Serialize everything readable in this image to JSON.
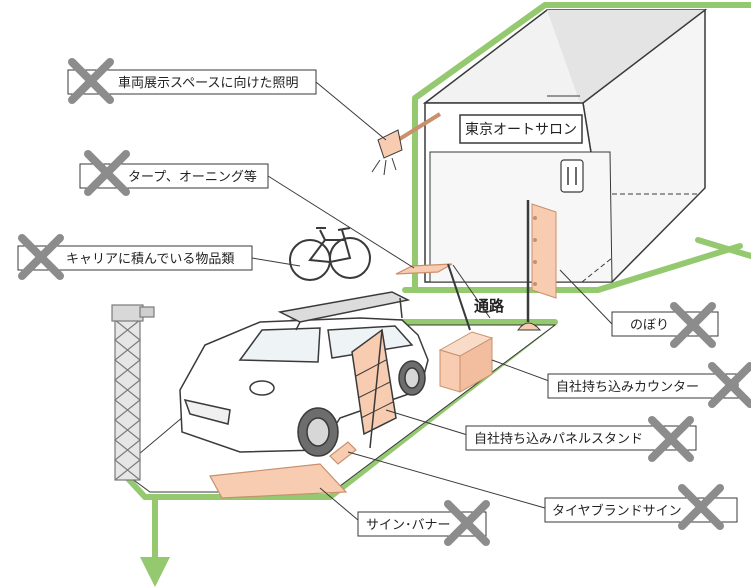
{
  "colors": {
    "green": "#94c96f",
    "salmon": "#f7ccb1",
    "salmon_stroke": "#c8906c",
    "line": "#3a3a3a",
    "cross": "#8c8c8c"
  },
  "building": {
    "sign": "東京オートサロン"
  },
  "passage": "通路",
  "items": [
    {
      "key": "lighting",
      "label": "車両展示スペースに向けた照明"
    },
    {
      "key": "tarp",
      "label": "タープ、オーニング等"
    },
    {
      "key": "carrier",
      "label": "キャリアに積んでいる物品類"
    },
    {
      "key": "nobori",
      "label": "のぼり"
    },
    {
      "key": "counter",
      "label": "自社持ち込みカウンター"
    },
    {
      "key": "panel_stand",
      "label": "自社持ち込みパネルスタンド"
    },
    {
      "key": "tire_sign",
      "label": "タイヤブランドサイン"
    },
    {
      "key": "banner",
      "label": "サイン･バナー"
    }
  ]
}
